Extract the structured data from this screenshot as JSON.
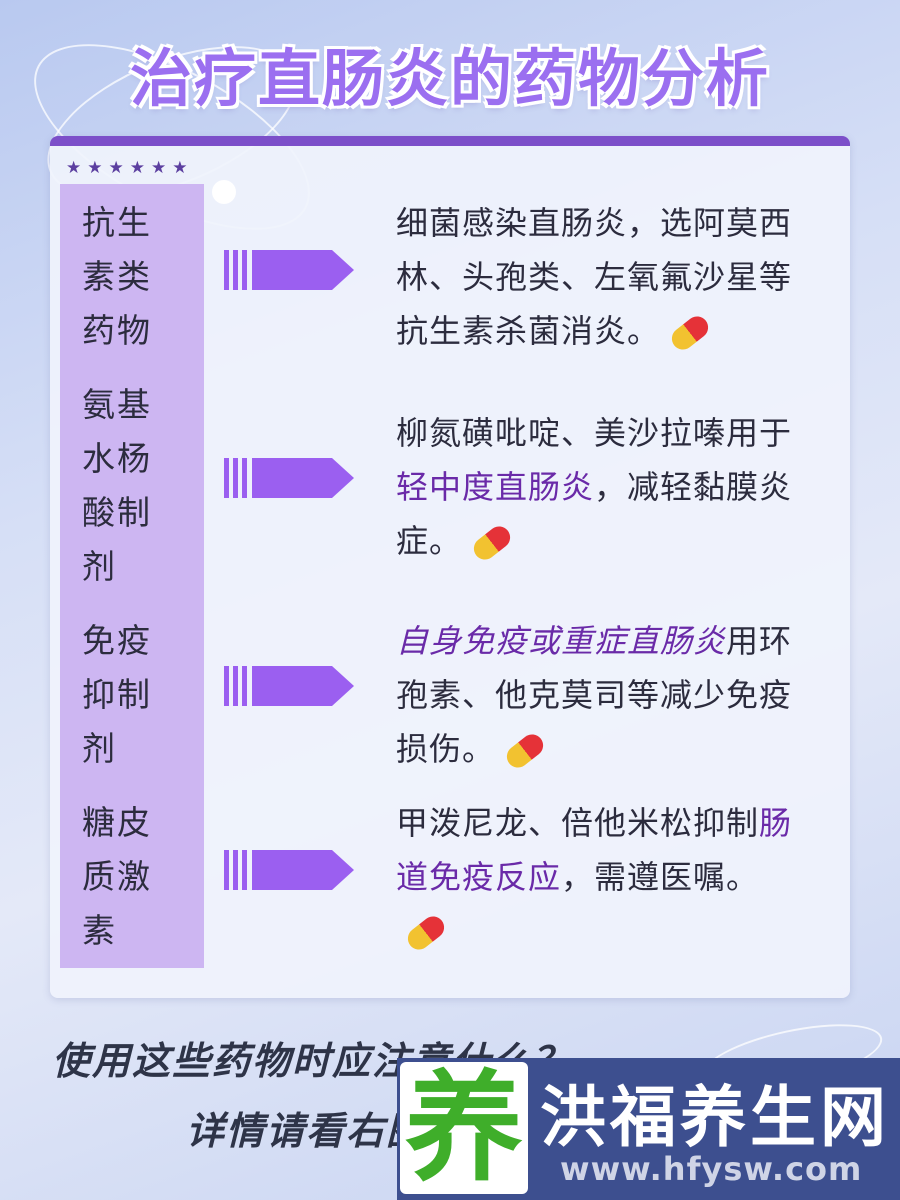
{
  "title": "治疗直肠炎的药物分析",
  "stars": "★★★★★★",
  "rows": [
    {
      "label": "抗生素类药物",
      "desc_pre": "细菌感染直肠炎，选阿莫西林、头孢类、左氧氟沙星等抗生素杀菌消炎。",
      "desc_hl": "",
      "desc_post": ""
    },
    {
      "label": "氨基水杨酸制剂",
      "desc_pre": "柳氮磺吡啶、美沙拉嗪用于",
      "desc_hl": "轻中度直肠炎",
      "desc_post": "，减轻黏膜炎症。"
    },
    {
      "label": "免疫抑制剂",
      "desc_pre": "",
      "desc_hl": "自身免疫或重症直肠炎",
      "desc_post": "用环孢素、他克莫司等减少免疫损伤。"
    },
    {
      "label": "糖皮质激素",
      "desc_pre": "甲泼尼龙、倍他米松抑制",
      "desc_hl": "肠道免疫反应",
      "desc_post": "，需遵医嘱。"
    }
  ],
  "question": "使用这些药物时应注意什么？",
  "question_sub": "详情请看右图",
  "watermark": {
    "logo_char": "养",
    "name": "洪福养生网",
    "url": "www.hfysw.com"
  },
  "colors": {
    "accent": "#7c4fc9",
    "label_bg": "#cdb6f2",
    "highlight": "#6a2aa8",
    "arrow": "#9b5ff0"
  }
}
